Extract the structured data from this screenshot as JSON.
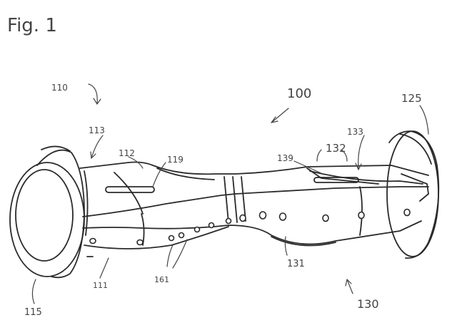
{
  "figure": {
    "title": "Fig. 1",
    "labels": {
      "l100": "100",
      "l110": "110",
      "l113": "113",
      "l112": "112",
      "l119": "119",
      "l111": "111",
      "l115": "115",
      "l161": "161",
      "l131": "131",
      "l130": "130",
      "l125": "125",
      "l133": "133",
      "l132": "132",
      "l139": "139"
    }
  }
}
